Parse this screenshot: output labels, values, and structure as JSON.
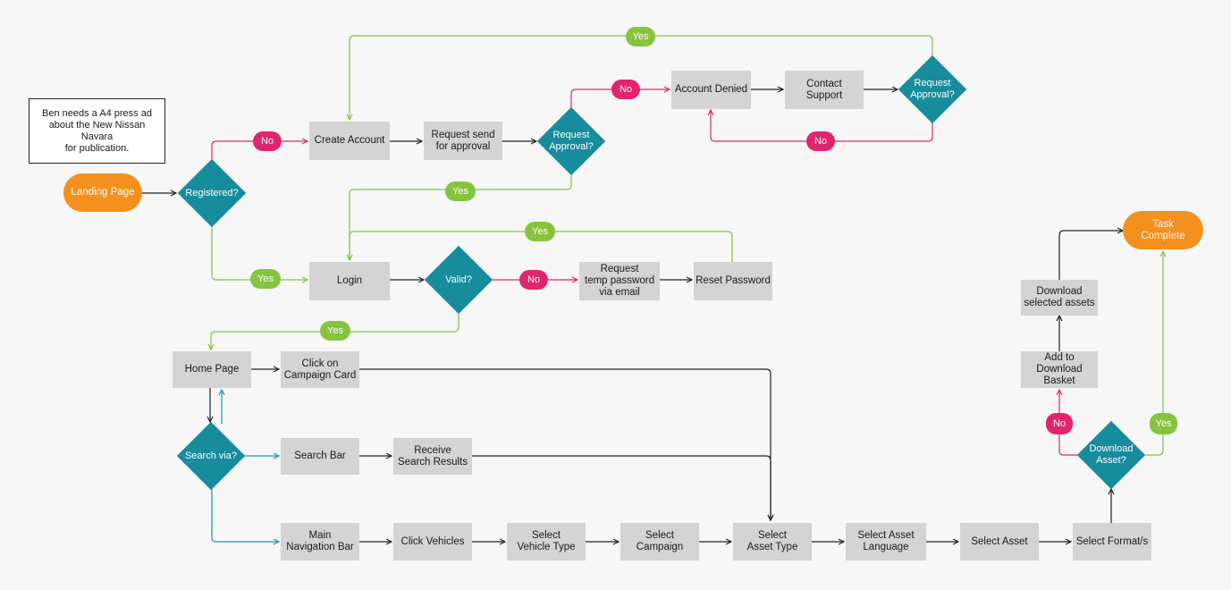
{
  "colors": {
    "box": "#d4d4d4",
    "terminal": "#f4901e",
    "decision": "#168c9d",
    "yes": "#86c440",
    "no": "#e0256e",
    "flow": "#222222",
    "search_flow": "#1a9aab"
  },
  "note": "Ben needs a A4 press ad\nabout the New Nissan Navara\nfor publication.",
  "nodes": {
    "landing_page": "Landing Page",
    "registered": "Registered?",
    "create_account": "Create Account",
    "request_send": "Request send\nfor approval",
    "request_approval_1": "Request\nApproval?",
    "account_denied": "Account Denied",
    "contact_support": "Contact\nSupport",
    "request_approval_2": "Request\nApproval?",
    "login": "Login",
    "valid": "Valid?",
    "request_temp_password": "Request\ntemp password\nvia email",
    "reset_password": "Reset Password",
    "home_page": "Home Page",
    "click_campaign_card": "Click on\nCampaign Card",
    "search_via": "Search via?",
    "search_bar": "Search Bar",
    "receive_search_results": "Receive\nSearch Results",
    "main_navigation_bar": "Main\nNavigation Bar",
    "click_vehicles": "Click Vehicles",
    "select_vehicle_type": "Select\nVehicle Type",
    "select_campaign": "Select\nCampaign",
    "select_asset_type": "Select\nAsset Type",
    "select_asset_language": "Select Asset\nLanguage",
    "select_asset": "Select Asset",
    "select_formats": "Select Format/s",
    "download_asset": "Download\nAsset?",
    "add_to_download_basket": "Add to\nDownload\nBasket",
    "download_selected_assets": "Download\nselected assets",
    "task_complete": "Task\nComplete"
  },
  "edge_labels": {
    "yes_top": "Yes",
    "no_account_denied": "No",
    "no_create_account": "No",
    "no_request_approval": "No",
    "yes_request_approval": "Yes",
    "yes_reset_password": "Yes",
    "yes_login": "Yes",
    "no_temp_password": "No",
    "yes_home": "Yes",
    "no_download": "No",
    "yes_download": "Yes"
  }
}
